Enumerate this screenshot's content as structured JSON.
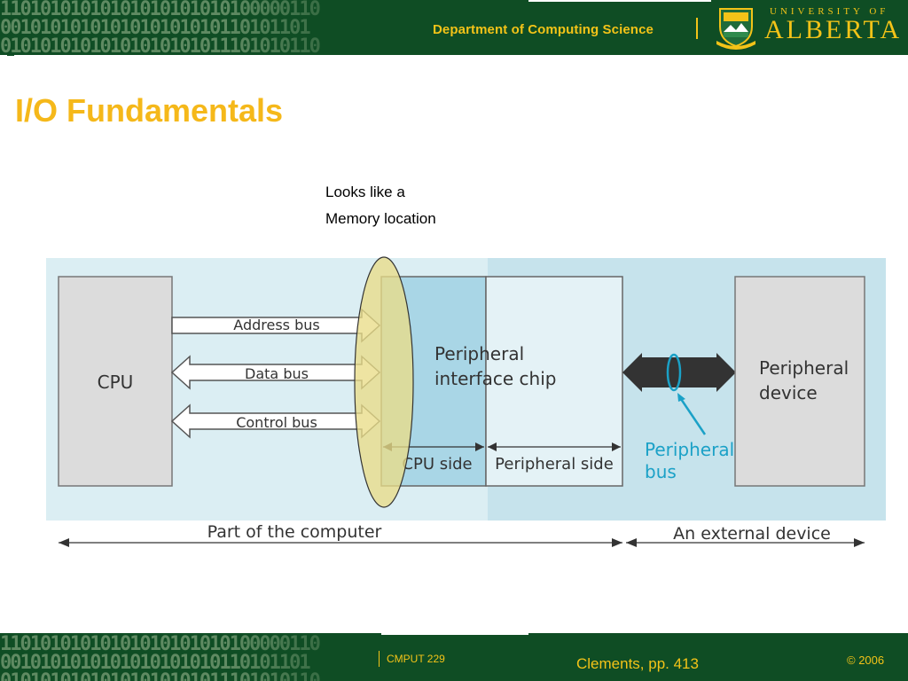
{
  "header": {
    "binary_rows": [
      "11010101010101010101010100000110",
      "0010101010101010101010110101101",
      "01010101010101010101011101010110"
    ],
    "department": "Department of Computing Science",
    "logo_label_top": "UNIVERSITY OF",
    "logo_label_main": "ALBERTA",
    "colors": {
      "band": "#0f4d24",
      "accent": "#f3c318"
    }
  },
  "slide": {
    "title": "I/O Fundamentals",
    "note_line1": "Looks like a",
    "note_line2": "Memory location",
    "title_color": "#f5b81a"
  },
  "diagram": {
    "cpu_label": "CPU",
    "address_bus": "Address bus",
    "data_bus": "Data bus",
    "control_bus": "Control bus",
    "chip_line1": "Peripheral",
    "chip_line2": "interface chip",
    "cpu_side": "CPU side",
    "peripheral_side": "Peripheral side",
    "device_line1": "Peripheral",
    "device_line2": "device",
    "bus_line1": "Peripheral",
    "bus_line2": "bus",
    "part_of_computer": "Part of the computer",
    "external_device": "An external device",
    "colors": {
      "panel": "#dbeef3",
      "panel_dark": "#c6e3ec",
      "accent_blue": "#1ba1c7",
      "ellipse": "#e9dd88"
    }
  },
  "footer": {
    "course": "CMPUT 229",
    "reference": "Clements, pp. 413",
    "copyright": "© 2006"
  }
}
